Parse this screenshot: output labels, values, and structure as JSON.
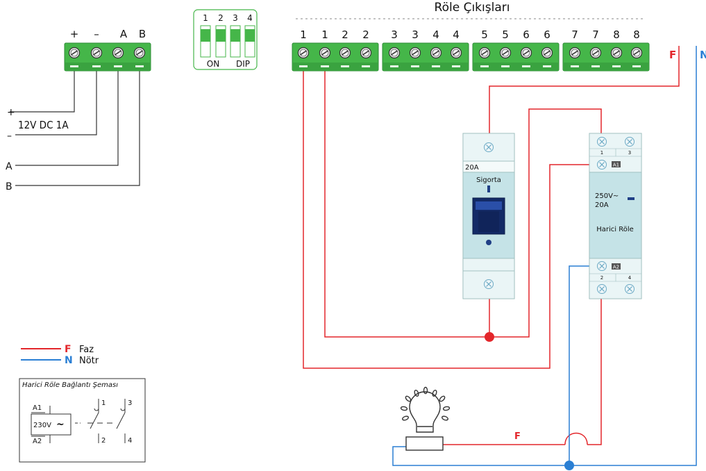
{
  "title": "Röle Çıkışları",
  "power_terminal": {
    "labels": [
      "+",
      "–",
      "A",
      "B"
    ],
    "plus_mark": "+",
    "minus_mark": "–",
    "supply": "12V DC 1A",
    "line_a": "A",
    "line_b": "B"
  },
  "dip_switch": {
    "numbers": [
      "1",
      "2",
      "3",
      "4"
    ],
    "on_label": "ON",
    "dip_label": "DIP"
  },
  "relay_terminal_numbers": [
    "1",
    "1",
    "2",
    "2",
    "3",
    "3",
    "4",
    "4",
    "5",
    "5",
    "6",
    "6",
    "7",
    "7",
    "8",
    "8"
  ],
  "mains": {
    "phase_mark": "F",
    "neutral_mark": "N",
    "lamp_phase_mark": "F"
  },
  "fuse": {
    "rating": "20A",
    "name": "Sigorta"
  },
  "external_relay": {
    "top_numbers": [
      "1",
      "3"
    ],
    "a1": "A1",
    "rating_line1": "250V~",
    "rating_line2": "20A",
    "name": "Harici Röle",
    "a2": "A2",
    "bottom_numbers": [
      "2",
      "4"
    ]
  },
  "legend": {
    "phase_letter": "F",
    "phase_text": "Faz",
    "neutral_letter": "N",
    "neutral_text": "Nötr",
    "phase_color": "#e3262b",
    "neutral_color": "#2a7fd4"
  },
  "schematic": {
    "title": "Harici Röle Bağlantı Şeması",
    "a1": "A1",
    "a2": "A2",
    "voltage": "230V",
    "tilde": "~",
    "c1": "1",
    "c2": "2",
    "c3": "3",
    "c4": "4"
  },
  "colors": {
    "terminal_green": "#45b649",
    "terminal_dark": "#2e8b36",
    "device_body": "#dbeff0",
    "device_mid": "#bfe0e4",
    "wire_black": "#333333"
  }
}
